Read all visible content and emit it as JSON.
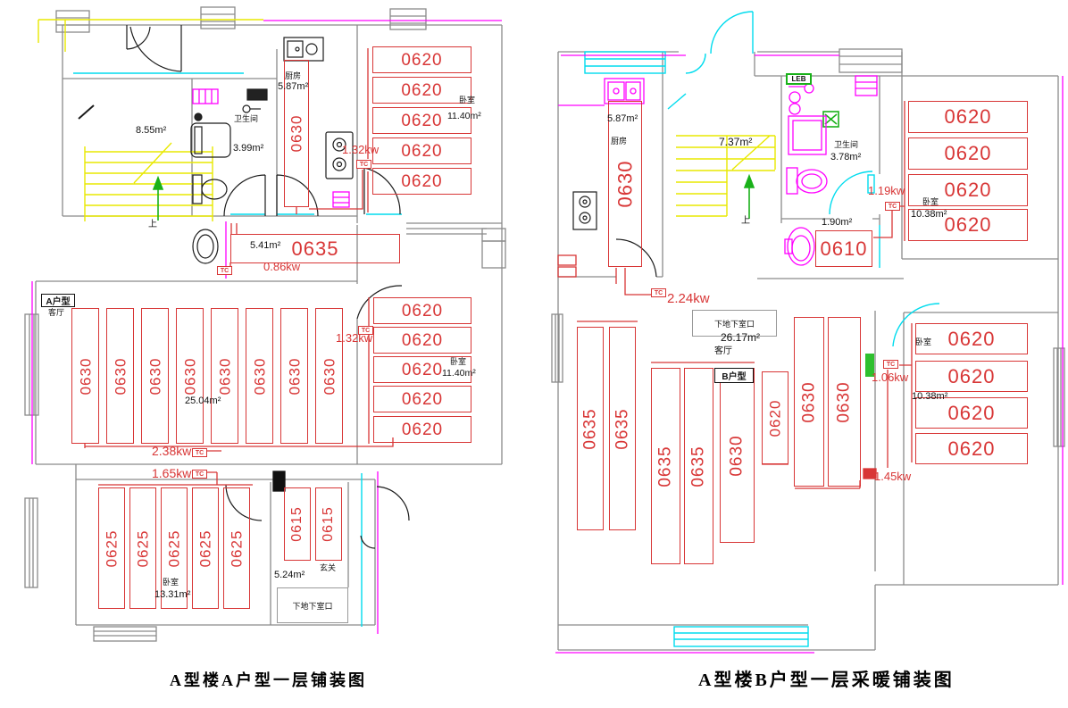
{
  "colors": {
    "red": "#d83636",
    "magenta": "#ff00ff",
    "cyan": "#00dcee",
    "yellow": "#f0f000",
    "green": "#19b119"
  },
  "titles": {
    "left": "A型楼A户型一层铺装图",
    "right": "A型楼B户型一层采暖铺装图"
  },
  "panel_models": {
    "m0610": "0610",
    "m0615": "0615",
    "m0620": "0620",
    "m0625": "0625",
    "m0630": "0630",
    "m0635": "0635"
  },
  "tc": "TC",
  "left": {
    "unit": "A户型",
    "up": "上",
    "basement": "下地下室口",
    "rooms": {
      "room1": "8.55m²",
      "bath_name": "卫生间",
      "bath": "3.99m²",
      "kitchen_name": "厨房",
      "kitchen": "5.87m²",
      "bed1_name": "卧室",
      "bed1": "11.40m²",
      "hall": "5.41m²",
      "living_name": "客厅",
      "living": "25.04m²",
      "bed2_name": "卧室",
      "bed2": "11.40m²",
      "bed3_name": "卧室",
      "bed3": "13.31m²",
      "foyer_name": "玄关",
      "foyer": "5.24m²"
    },
    "power": {
      "bed1": "1.32kw",
      "hall": "0.86kw",
      "living": "2.38kw",
      "bed3": "1.65kw",
      "bed2": "1.32kw"
    }
  },
  "right": {
    "unit": "B户型",
    "up": "上",
    "basement": "下地下室口",
    "leb": "LEB",
    "rooms": {
      "kitchen_name": "厨房",
      "kitchen": "5.87m²",
      "stairs": "7.37m²",
      "bath_name": "卫生间",
      "bath": "3.78m²",
      "nook": "1.90m²",
      "bed1_name": "卧室",
      "bed1": "10.38m²",
      "living_name": "客厅",
      "living": "26.17m²",
      "bed2_name": "卧室",
      "bed2": "10.38m²"
    },
    "power": {
      "bath": "1.19kw",
      "living": "2.24kw",
      "bed2": "1.06kw",
      "bottom": "1.45kw"
    }
  }
}
